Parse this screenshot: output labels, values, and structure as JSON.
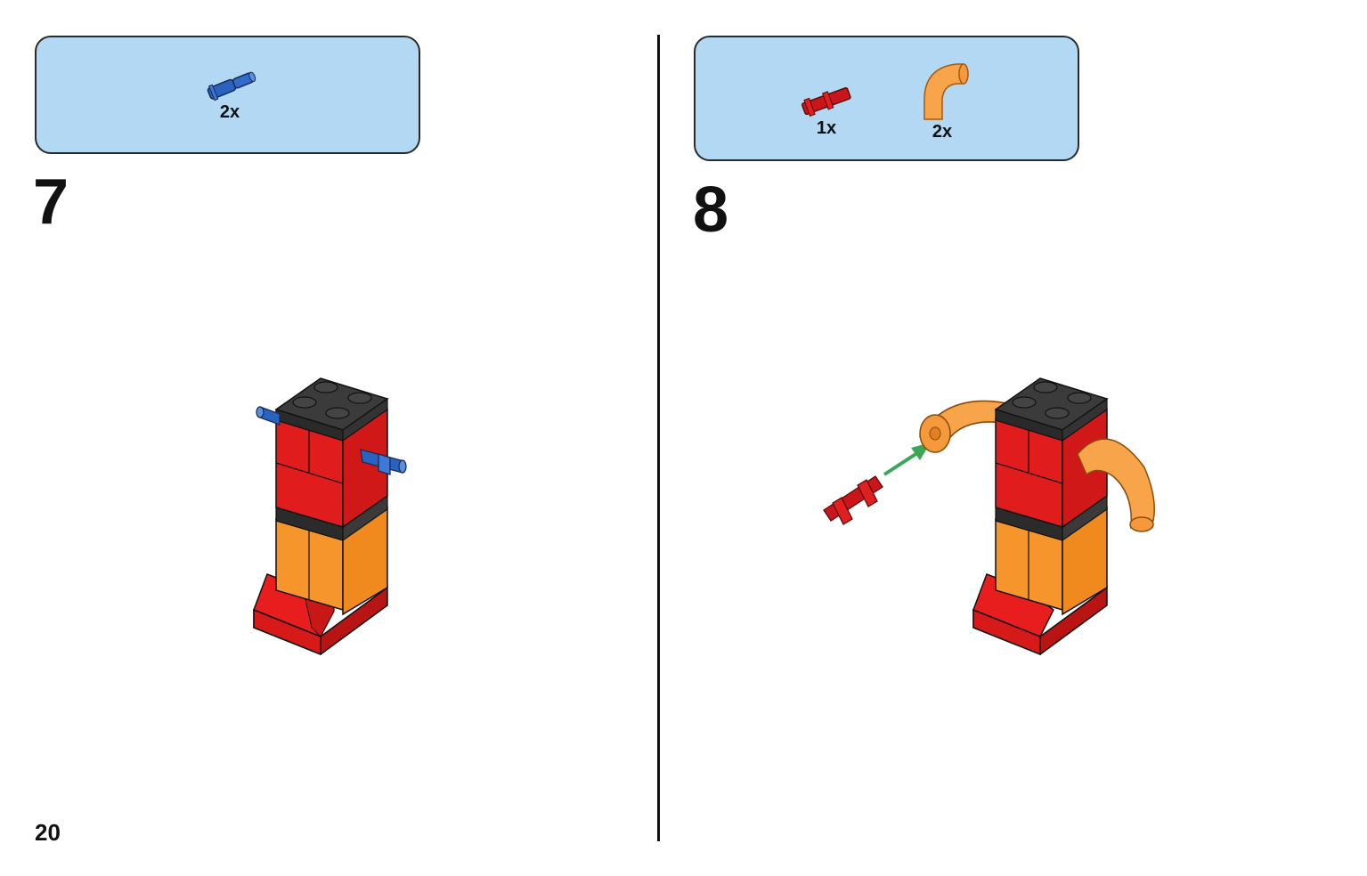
{
  "page": {
    "number": "20"
  },
  "steps": [
    {
      "number": "7",
      "parts": [
        {
          "icon": "blue-axle-pin-icon",
          "quantity": "2x",
          "color": "#2a62c0"
        }
      ]
    },
    {
      "number": "8",
      "parts": [
        {
          "icon": "red-axle-icon",
          "quantity": "1x",
          "color": "#c8161a"
        },
        {
          "icon": "orange-curved-tube-icon",
          "quantity": "2x",
          "color": "#f7a44a"
        }
      ]
    }
  ],
  "colors": {
    "parts_box_bg": "#b3d8f3",
    "brick_red": "#e01c1c",
    "brick_orange": "#f7952d",
    "brick_black": "#333333",
    "pin_blue": "#2a62c0",
    "arrow_green": "#3aa857"
  }
}
